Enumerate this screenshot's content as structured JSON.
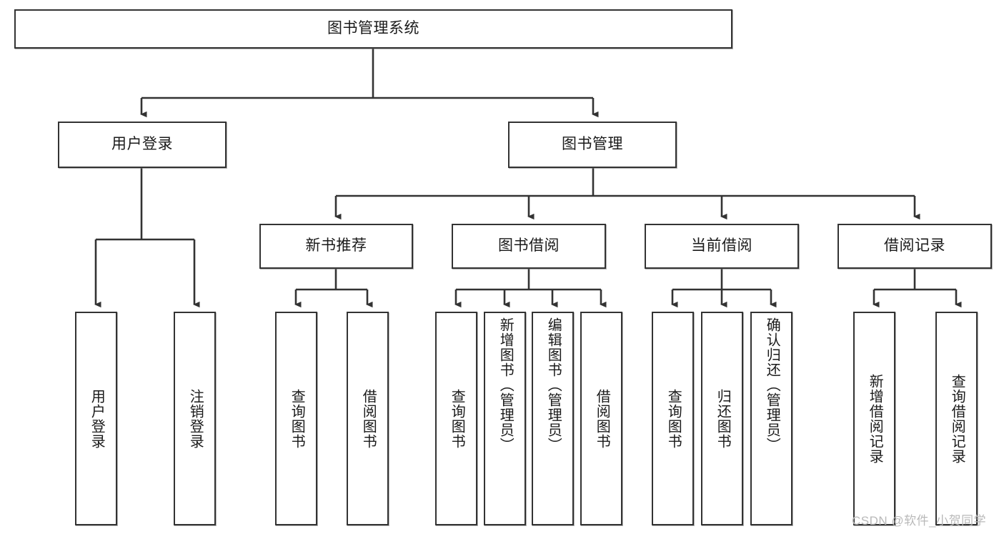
{
  "diagram": {
    "title": "图书管理系统",
    "type": "tree-hierarchy",
    "root": {
      "label": "图书管理系统"
    },
    "level2": [
      {
        "label": "用户登录"
      },
      {
        "label": "图书管理"
      }
    ],
    "level3": [
      {
        "label": "新书推荐"
      },
      {
        "label": "图书借阅"
      },
      {
        "label": "当前借阅"
      },
      {
        "label": "借阅记录"
      }
    ],
    "leaves": {
      "user_login": [
        {
          "label": "用户登录"
        },
        {
          "label": "注销登录"
        }
      ],
      "new_book_recommend": [
        {
          "label": "查询图书"
        },
        {
          "label": "借阅图书"
        }
      ],
      "book_borrow": [
        {
          "label": "查询图书"
        },
        {
          "label": "新增图书（管理员）"
        },
        {
          "label": "编辑图书（管理员）"
        },
        {
          "label": "借阅图书"
        }
      ],
      "current_borrow": [
        {
          "label": "查询图书"
        },
        {
          "label": "归还图书"
        },
        {
          "label": "确认归还（管理员）"
        }
      ],
      "borrow_record": [
        {
          "label": "新增借阅记录"
        },
        {
          "label": "查询借阅记录"
        }
      ]
    }
  },
  "watermark": {
    "text": "CSDN @软件_小贺同学"
  },
  "colors": {
    "stroke": "#333333",
    "box_fill": "#ffffff",
    "text": "#1a1a1a",
    "watermark": "#b9b9b9",
    "background": "#ffffff"
  }
}
